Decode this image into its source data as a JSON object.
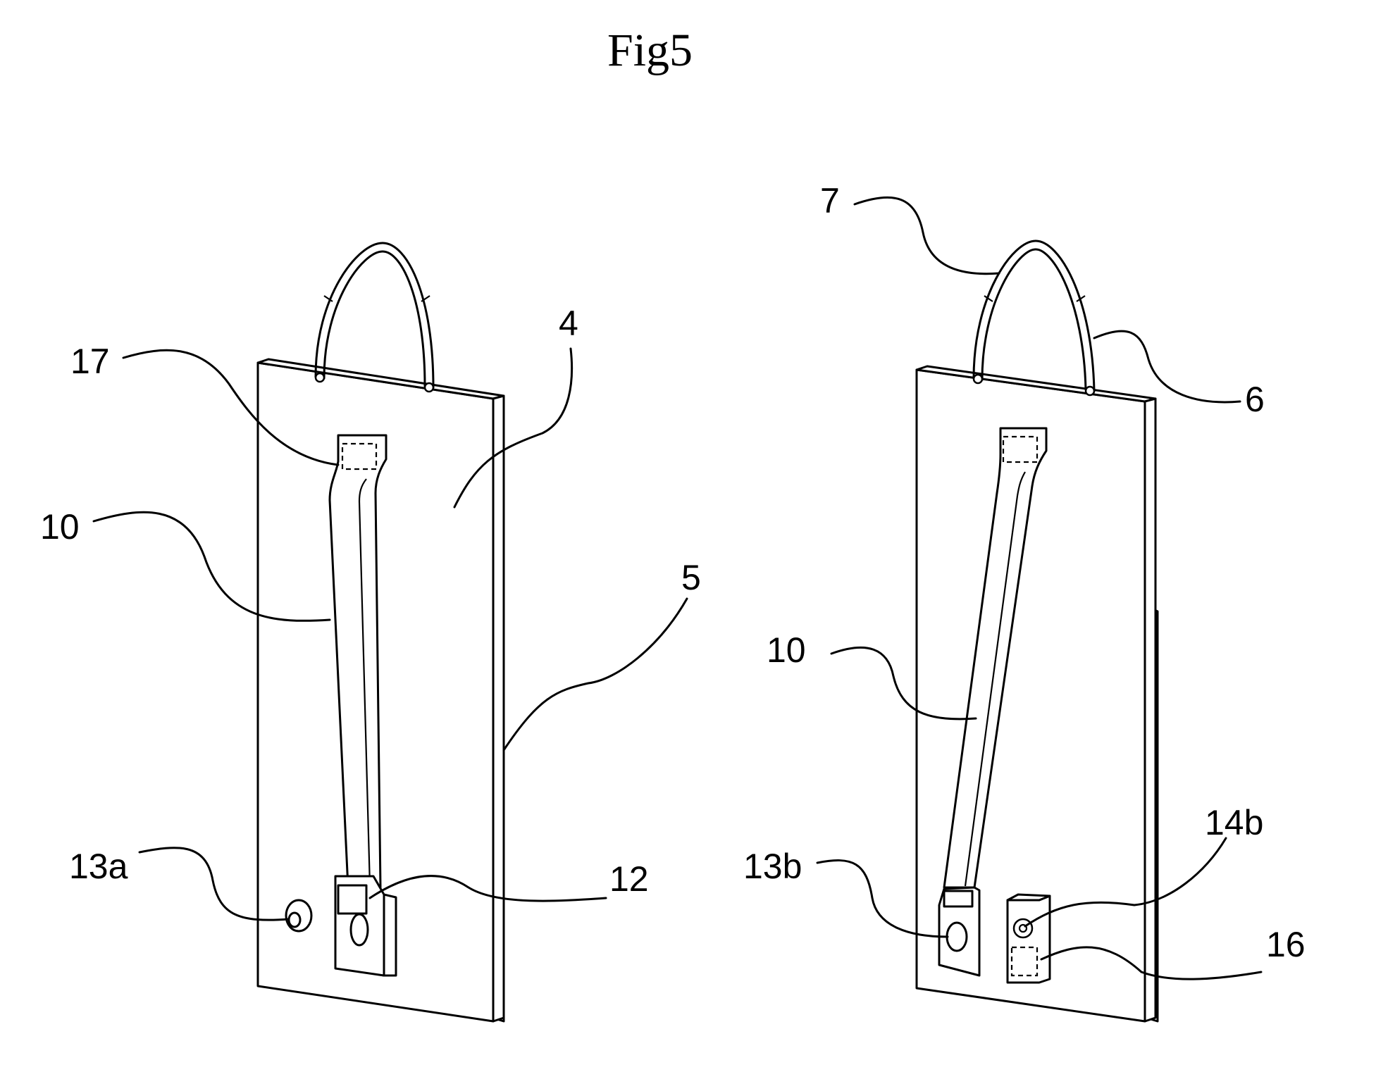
{
  "figure": {
    "title": "Fig5",
    "left_view": {
      "labels": {
        "l17": "17",
        "l4": "4",
        "l10": "10",
        "l5": "5",
        "l13a": "13a",
        "l12": "12"
      }
    },
    "right_view": {
      "labels": {
        "l7": "7",
        "l6": "6",
        "l10": "10",
        "l14b": "14b",
        "l13b": "13b",
        "l16": "16"
      }
    }
  }
}
